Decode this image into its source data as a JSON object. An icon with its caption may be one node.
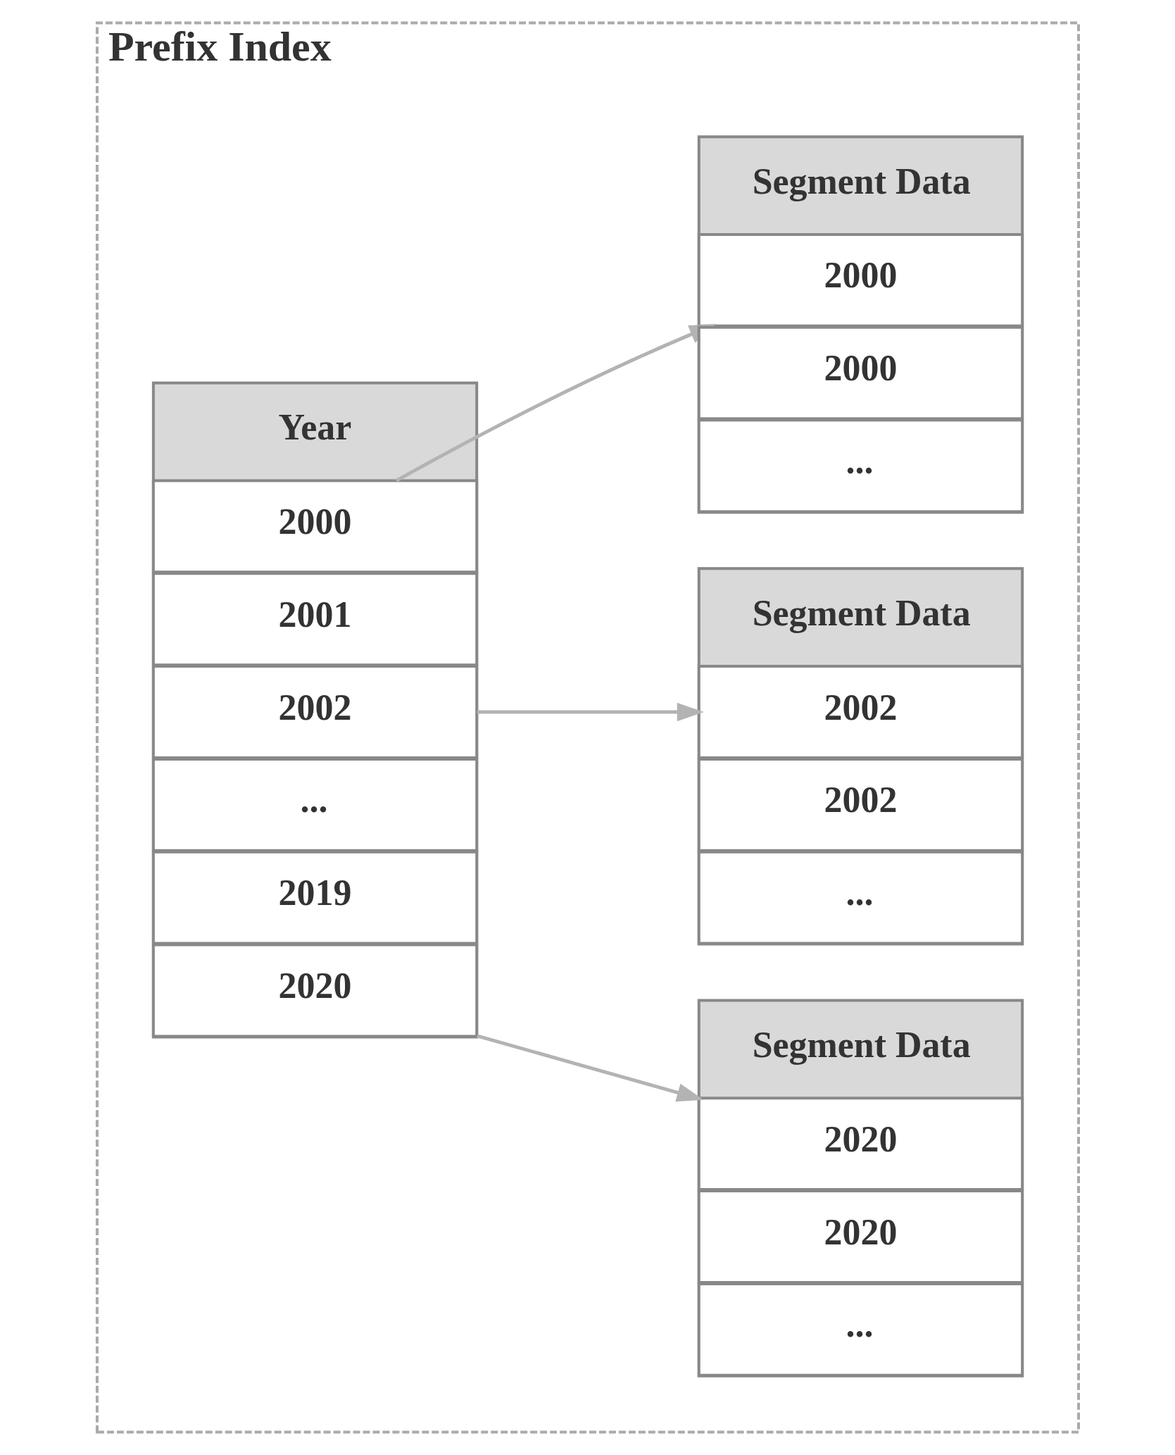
{
  "diagram": {
    "nodes": [
      {
        "text": [
          "Prefix Index"
        ]
      },
      {
        "text": [
          "Year"
        ],
        "in": 0
      },
      {
        "text": [
          "2000"
        ],
        "in": 1
      },
      {
        "text": [
          "2001"
        ],
        "in": 1
      },
      {
        "text": [
          "2002"
        ],
        "in": 1
      },
      {
        "text": [
          "..."
        ],
        "in": 1
      },
      {
        "text": [
          "2019"
        ],
        "in": 1
      },
      {
        "text": [
          "2020"
        ],
        "in": 1
      },
      {
        "text": [
          "Segment Data"
        ],
        "in": 0
      },
      {
        "text": [
          "2000"
        ],
        "in": 8
      },
      {
        "text": [
          "2000"
        ],
        "in": 8
      },
      {
        "text": [
          "..."
        ],
        "in": 8
      },
      {
        "text": [
          "Segment Data"
        ],
        "in": 0
      },
      {
        "text": [
          "2002"
        ],
        "in": 12
      },
      {
        "text": [
          "2002"
        ],
        "in": 12
      },
      {
        "text": [
          "..."
        ],
        "in": 12
      },
      {
        "text": [
          "Segment Data"
        ],
        "in": 0
      },
      {
        "text": [
          "2020"
        ],
        "in": 16
      },
      {
        "text": [
          "2020"
        ],
        "in": 16
      },
      {
        "text": [
          "..."
        ],
        "in": 16
      }
    ],
    "edges": [
      {
        "from": 2,
        "to": 9,
        "arrow": "to"
      },
      {
        "from": 4,
        "to": 13,
        "arrow": "to"
      },
      {
        "from": 7,
        "to": 17,
        "arrow": "to"
      }
    ]
  }
}
